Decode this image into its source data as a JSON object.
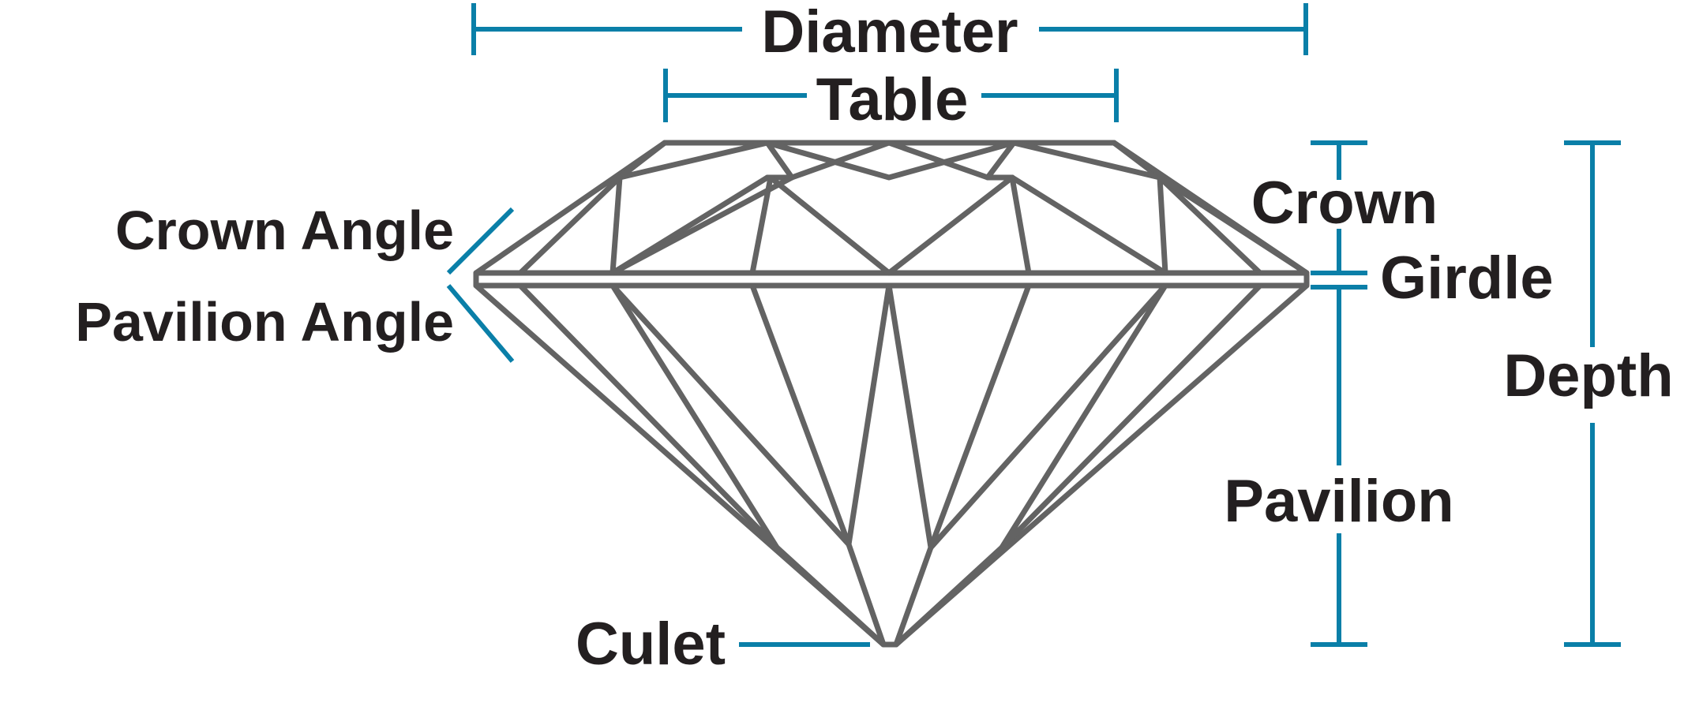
{
  "labels": {
    "diameter": "Diameter",
    "table": "Table",
    "crown": "Crown",
    "girdle": "Girdle",
    "depth": "Depth",
    "pavilion": "Pavilion",
    "crown_angle": "Crown Angle",
    "pavilion_angle": "Pavilion Angle",
    "culet": "Culet"
  },
  "colors": {
    "dimension_line": "#0a7fa8",
    "outline": "#636363",
    "text": "#231f20"
  }
}
